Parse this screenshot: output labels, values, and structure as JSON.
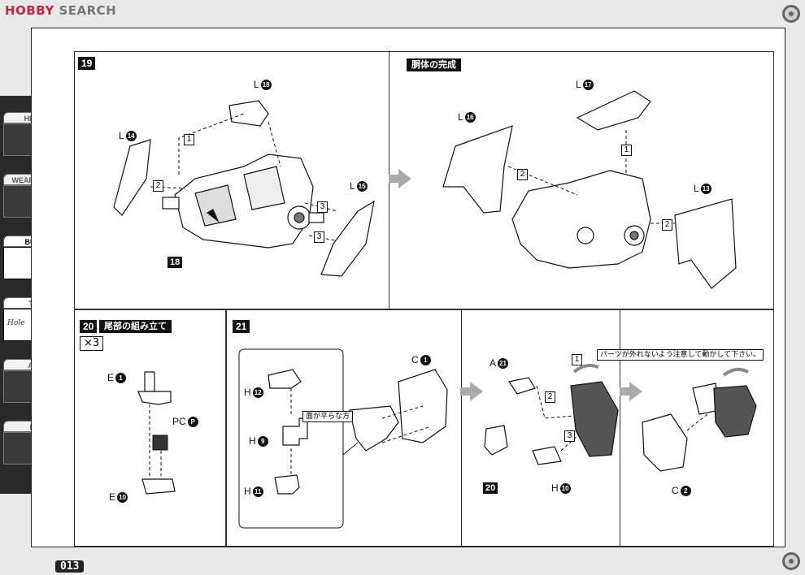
{
  "header": {
    "brand_hobby": "HOBBY",
    "brand_search": "SEARCH"
  },
  "sidebar": {
    "categories": [
      {
        "label": "HEAD"
      },
      {
        "label": "WEAPON"
      },
      {
        "label": "BUST",
        "active": true
      },
      {
        "label": "TAIL",
        "thumb_text": "Hole"
      },
      {
        "label": "ARM"
      },
      {
        "label": "LEG"
      }
    ]
  },
  "step19": {
    "number": "19",
    "labels": {
      "l18": "18",
      "l14": "14",
      "l15": "15"
    },
    "part_tag": "18",
    "substeps": [
      "1",
      "2",
      "3",
      "3"
    ]
  },
  "complete": {
    "title": "胴体の完成",
    "labels": {
      "l17": "17",
      "l16": "16",
      "l13": "13"
    },
    "substeps": [
      "1",
      "2",
      "2"
    ]
  },
  "step20": {
    "number": "20",
    "title": "尾部の組み立て",
    "multiplier": "×3",
    "labels": {
      "e1": "1",
      "pc": "P",
      "e10": "10"
    }
  },
  "step21": {
    "number": "21",
    "note_flat": "面が平らな方",
    "note_caution": "パーツが外れないよう注意して動かして下さい。",
    "labels": {
      "h12": "12",
      "h9": "9",
      "h11": "11",
      "c1": "1",
      "a21": "21",
      "h10": "10",
      "c2": "2"
    },
    "part_tag": "20",
    "substeps": [
      "1",
      "2",
      "3"
    ]
  },
  "page_number": "013",
  "text_prefix": {
    "L": "L",
    "E": "E",
    "PC": "PC",
    "H": "H",
    "C": "C",
    "A": "A"
  }
}
